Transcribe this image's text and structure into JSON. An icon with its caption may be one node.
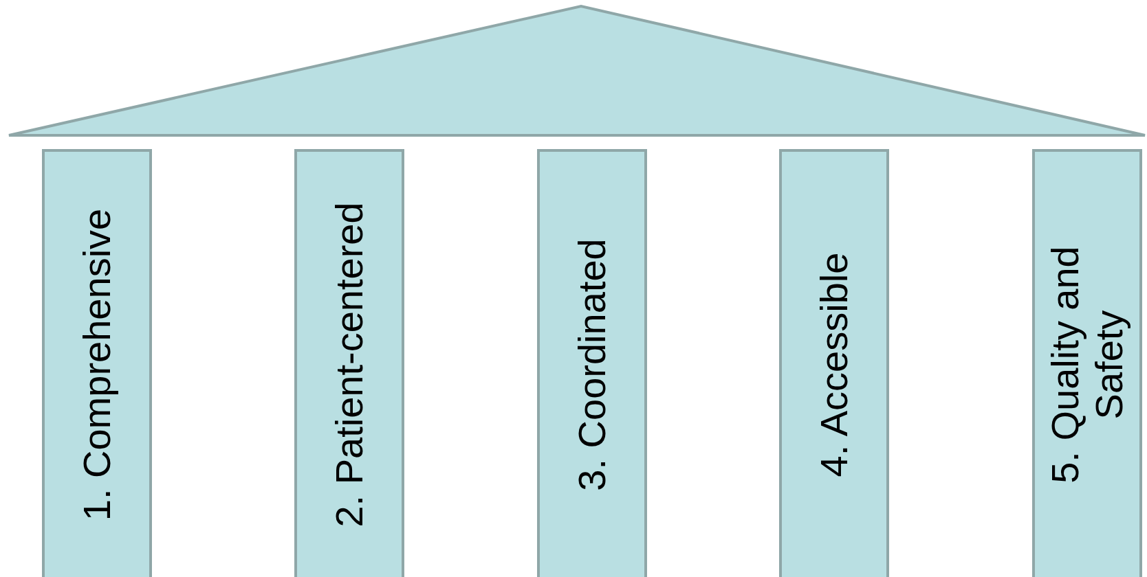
{
  "diagram": {
    "nodes": [
      {
        "text": [],
        "shape": "triangle"
      },
      {
        "text": [
          "1. Comprehensive"
        ]
      },
      {
        "text": [
          "2. Patient-centered"
        ]
      },
      {
        "text": [
          "3. Coordinated"
        ]
      },
      {
        "text": [
          "4. Accessible"
        ]
      },
      {
        "text": [
          "5. Quality and Safety"
        ]
      }
    ]
  }
}
